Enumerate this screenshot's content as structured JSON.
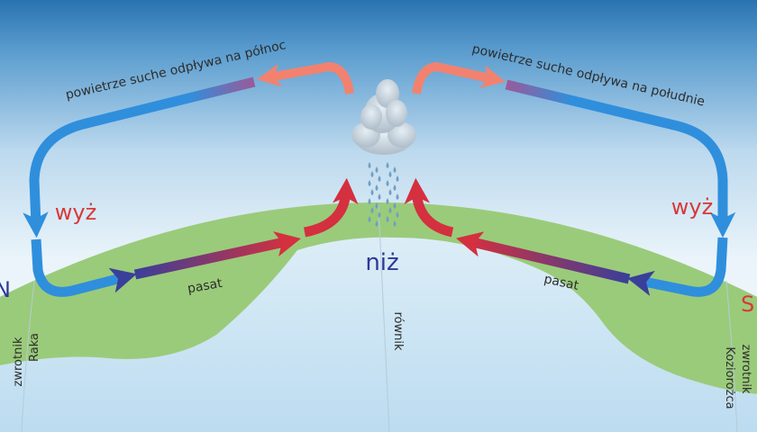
{
  "labels": {
    "air_north": "powietrze suche odpływa na północ",
    "air_south": "powietrze suche odpływa na południe",
    "high_left": "wyż",
    "high_right": "wyż",
    "low": "niż",
    "trade_left": "pasat",
    "trade_right": "pasat",
    "equator": "równik",
    "tropic_cancer_1": "zwrotnik",
    "tropic_cancer_2": "Raka",
    "tropic_capricorn_1": "zwrotnik",
    "tropic_capricorn_2": "Koziorożca",
    "edge_left": "N",
    "edge_right": "S"
  },
  "colors": {
    "sky_top": "#2a73b1",
    "sky_bottom": "#f2f8fc",
    "ocean": "#cfe6f4",
    "land": "#9acb7a",
    "arrow_blue": "#2f8fdc",
    "arrow_navy": "#3a3f99",
    "arrow_red": "#d4303f",
    "arrow_salmon": "#f2826f",
    "label_red": "#d63a3a",
    "label_navy": "#2d3a96",
    "text_dark": "#2d2d2d"
  },
  "icons": [
    "cloud-icon",
    "rain-drops-icon"
  ]
}
